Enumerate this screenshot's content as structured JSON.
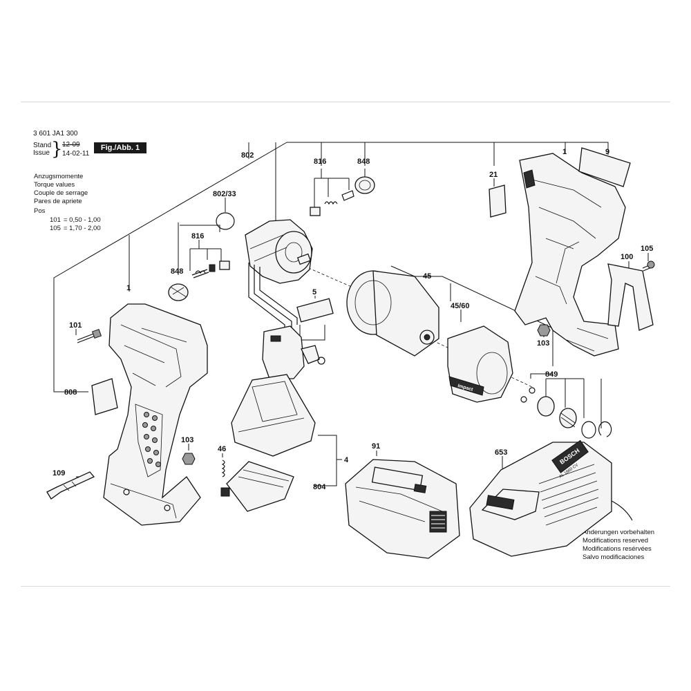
{
  "header": {
    "part_number": "3 601 JA1 300",
    "stand_label": "Stand",
    "issue_label": "Issue",
    "old_date": "12-09",
    "new_date": "14-02-11",
    "figure_label": "Fig./Abb. 1"
  },
  "torque": {
    "title_de": "Anzugsmomente",
    "title_en": "Torque values",
    "title_fr": "Couple de serrage",
    "title_es": "Pares de apriete",
    "pos_label": "Pos",
    "rows": [
      {
        "pos": "101",
        "value": "= 0,50 - 1,00"
      },
      {
        "pos": "105",
        "value": "= 1,70 - 2,00"
      }
    ]
  },
  "modifications": {
    "de": "Änderungen vorbehalten",
    "en": "Modifications reserved",
    "fr": "Modifications resérvées",
    "es": "Salvo modificaciones"
  },
  "product_markings": {
    "gear_cover": "Impact",
    "charger_brand": "BOSCH",
    "charger_model": "AL 1860 CV"
  },
  "part_labels": {
    "p802": "802",
    "p816a": "816",
    "p848a": "848",
    "p1a": "1",
    "p9": "9",
    "p21": "21",
    "p802_33": "802/33",
    "p816b": "816",
    "p848b": "848",
    "p1b": "1",
    "p101": "101",
    "p808": "808",
    "p109": "109",
    "p103a": "103",
    "p5": "5",
    "p45": "45",
    "p45_60": "45/60",
    "p100": "100",
    "p105": "105",
    "p103b": "103",
    "p849": "849",
    "p46": "46",
    "p4": "4",
    "p804": "804",
    "p91": "91",
    "p653": "653"
  }
}
